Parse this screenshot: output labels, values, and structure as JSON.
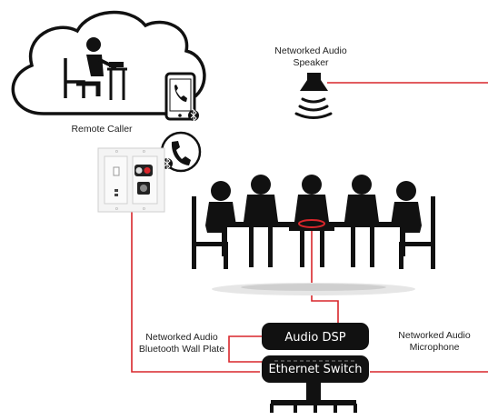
{
  "labels": {
    "speaker_line1": "Networked Audio",
    "speaker_line2": "Speaker",
    "remote_caller": "Remote Caller",
    "wallplate_line1": "Networked Audio",
    "wallplate_line2": "Bluetooth Wall Plate",
    "mic_line1": "Networked Audio",
    "mic_line2": "Microphone",
    "dsp": "Audio DSP",
    "switch": "Ethernet Switch"
  },
  "colors": {
    "wire": "#d9262b",
    "device": "#111111",
    "plate": "#f4f4f4"
  },
  "icons": [
    "cloud-icon",
    "person-at-desk-icon",
    "smartphone-icon",
    "phone-handset-icon",
    "bluetooth-icon",
    "speaker-icon",
    "conference-table-icon",
    "microphone-icon",
    "wall-plate-icon"
  ]
}
